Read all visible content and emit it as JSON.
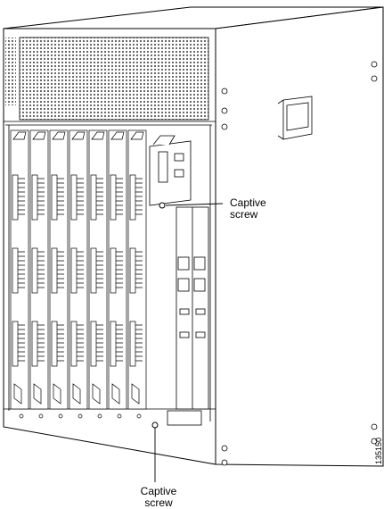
{
  "callouts": {
    "top": {
      "line1": "Captive",
      "line2": "screw"
    },
    "bottom": {
      "line1": "Captive",
      "line2": "screw"
    }
  },
  "figure_id": "135150",
  "colors": {
    "line": "#000000",
    "background": "#ffffff",
    "vent": "#5a5a5a"
  }
}
